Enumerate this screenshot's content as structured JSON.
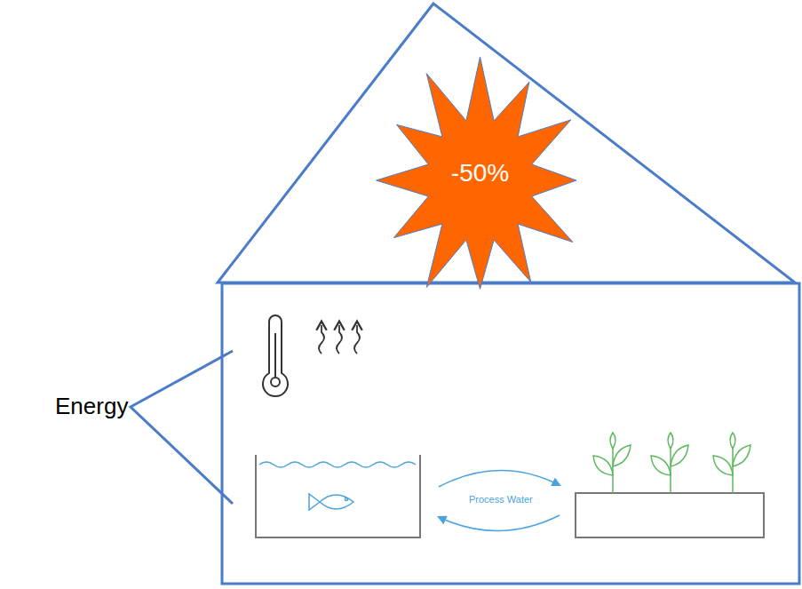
{
  "diagram": {
    "nodes": [
      {
        "text": [
          "-50%"
        ]
      }
    ],
    "labels": [
      "Energy",
      "Process Water"
    ]
  }
}
